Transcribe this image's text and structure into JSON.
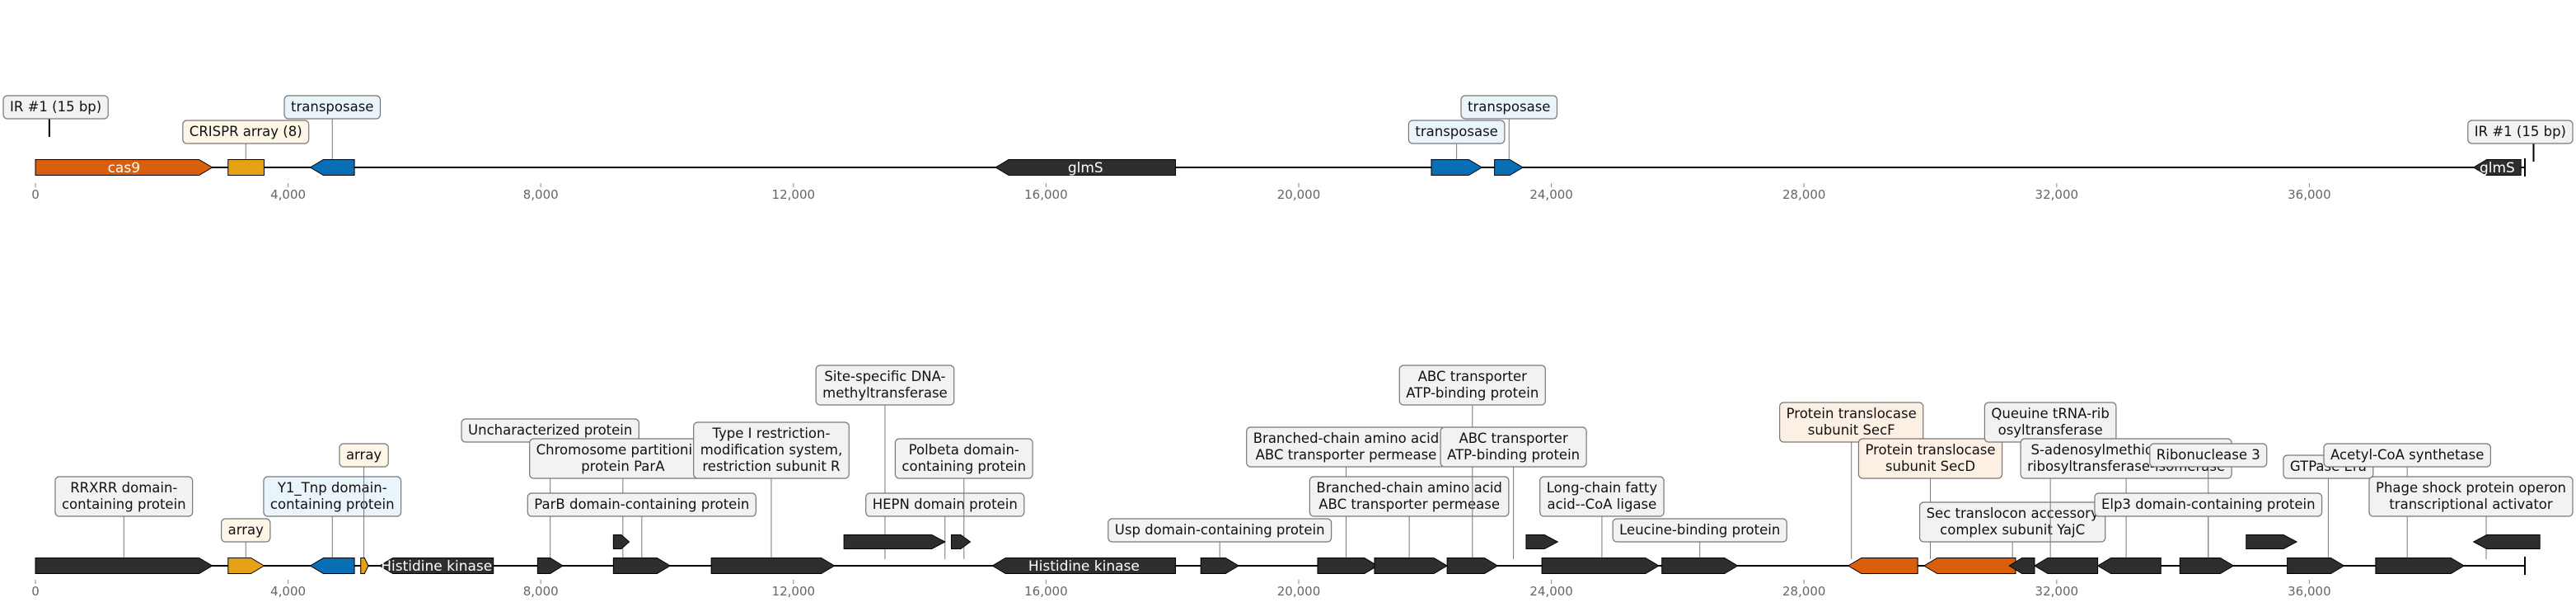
{
  "colors": {
    "cas": "#d95f0e",
    "crispr": "#e6a117",
    "transposase": "#0a6eb5",
    "other": "#2e2e2e",
    "secf": "#d95f0e",
    "box_default": "#f2f2f2",
    "box_crispr": "#fdf6e7",
    "box_tnp": "#e9f4fb",
    "box_sec": "#fcefe4"
  },
  "tracks": [
    {
      "id": "overview",
      "ticks": [
        "0",
        "4,000",
        "8,000",
        "12,000",
        "16,000",
        "20,000",
        "24,000",
        "28,000",
        "32,000",
        "36,000"
      ],
      "features": [
        {
          "start": 0,
          "end": 2800,
          "strand": 1,
          "color": "cas",
          "label": "cas9"
        },
        {
          "start": 3050,
          "end": 3620,
          "strand": 0,
          "color": "crispr",
          "label": ""
        },
        {
          "start": 4350,
          "end": 5050,
          "strand": -1,
          "color": "transposase",
          "label": ""
        },
        {
          "start": 15200,
          "end": 18050,
          "strand": -1,
          "color": "other",
          "label": "glmS"
        },
        {
          "start": 22100,
          "end": 22900,
          "strand": 1,
          "color": "transposase",
          "label": ""
        },
        {
          "start": 23100,
          "end": 23550,
          "strand": 1,
          "color": "transposase",
          "label": ""
        },
        {
          "start": 38600,
          "end": 39350,
          "strand": -1,
          "color": "other",
          "label": "glmS"
        }
      ],
      "callouts": [
        {
          "pos": 220,
          "level": 2,
          "lines": [
            "IR #1 (15 bp)"
          ],
          "style": "box_default",
          "stem": "short"
        },
        {
          "pos": 3330,
          "level": 1,
          "lines": [
            "CRISPR array (8)"
          ],
          "style": "box_crispr"
        },
        {
          "pos": 4700,
          "level": 2,
          "lines": [
            "transposase"
          ],
          "style": "box_tnp"
        },
        {
          "pos": 22500,
          "level": 1,
          "lines": [
            "transposase"
          ],
          "style": "box_tnp"
        },
        {
          "pos": 23330,
          "level": 2,
          "lines": [
            "transposase"
          ],
          "style": "box_tnp"
        },
        {
          "pos": 39550,
          "level": 1,
          "lines": [
            "IR #1 (15 bp)"
          ],
          "style": "box_default",
          "stem": "short"
        }
      ]
    },
    {
      "id": "detail",
      "ticks": [
        "0",
        "4,000",
        "8,000",
        "12,000",
        "16,000",
        "20,000",
        "24,000",
        "28,000",
        "32,000",
        "36,000"
      ],
      "features": [
        {
          "start": 0,
          "end": 2800,
          "strand": 1,
          "color": "other",
          "label": ""
        },
        {
          "start": 3050,
          "end": 3620,
          "strand": 1,
          "color": "crispr",
          "label": ""
        },
        {
          "start": 4350,
          "end": 5050,
          "strand": -1,
          "color": "transposase",
          "label": ""
        },
        {
          "start": 5150,
          "end": 5270,
          "strand": 1,
          "color": "crispr",
          "label": ""
        },
        {
          "start": 5450,
          "end": 7250,
          "strand": -1,
          "color": "other",
          "label": "Histidine kinase"
        },
        {
          "start": 7950,
          "end": 8350,
          "strand": 1,
          "color": "other",
          "label": ""
        },
        {
          "start": 9150,
          "end": 10050,
          "strand": 1,
          "color": "other",
          "label": ""
        },
        {
          "start": 10700,
          "end": 12650,
          "strand": 1,
          "color": "other",
          "label": ""
        },
        {
          "start": 15150,
          "end": 18050,
          "strand": -1,
          "color": "other",
          "label": "Histidine kinase"
        },
        {
          "start": 18450,
          "end": 19050,
          "strand": 1,
          "color": "other",
          "label": ""
        },
        {
          "start": 20300,
          "end": 21250,
          "strand": 1,
          "color": "other",
          "label": ""
        },
        {
          "start": 21200,
          "end": 22350,
          "strand": 1,
          "color": "other",
          "label": ""
        },
        {
          "start": 22350,
          "end": 23150,
          "strand": 1,
          "color": "other",
          "label": ""
        },
        {
          "start": 23850,
          "end": 25700,
          "strand": 1,
          "color": "other",
          "label": ""
        },
        {
          "start": 25750,
          "end": 26950,
          "strand": 1,
          "color": "other",
          "label": ""
        },
        {
          "start": 28700,
          "end": 29800,
          "strand": -1,
          "color": "secf",
          "label": ""
        },
        {
          "start": 29900,
          "end": 31350,
          "strand": -1,
          "color": "secf",
          "label": ""
        },
        {
          "start": 31250,
          "end": 31650,
          "strand": -1,
          "color": "other",
          "label": ""
        },
        {
          "start": 31650,
          "end": 32650,
          "strand": -1,
          "color": "other",
          "label": ""
        },
        {
          "start": 32650,
          "end": 33650,
          "strand": -1,
          "color": "other",
          "label": ""
        },
        {
          "start": 33950,
          "end": 34800,
          "strand": 1,
          "color": "other",
          "label": ""
        },
        {
          "start": 35650,
          "end": 36550,
          "strand": 1,
          "color": "other",
          "label": ""
        },
        {
          "start": 37050,
          "end": 38450,
          "strand": 1,
          "color": "other",
          "label": ""
        }
      ],
      "upper_features": [
        {
          "start": 9150,
          "end": 9400,
          "strand": 1,
          "color": "other"
        },
        {
          "start": 12800,
          "end": 14400,
          "strand": 1,
          "color": "other"
        },
        {
          "start": 14500,
          "end": 14800,
          "strand": 1,
          "color": "other"
        },
        {
          "start": 23600,
          "end": 24100,
          "strand": 1,
          "color": "other"
        },
        {
          "start": 35000,
          "end": 35800,
          "strand": 1,
          "color": "other"
        },
        {
          "start": 38600,
          "end": 39650,
          "strand": -1,
          "color": "other"
        }
      ],
      "callouts": [
        {
          "pos": 1400,
          "level": 1,
          "lines": [
            "RRXRR domain-",
            "containing protein"
          ],
          "style": "box_default"
        },
        {
          "pos": 3330,
          "level": 0,
          "lines": [
            "array"
          ],
          "style": "box_crispr"
        },
        {
          "pos": 4700,
          "level": 1,
          "lines": [
            "Y1_Tnp domain-",
            "containing protein"
          ],
          "style": "box_tnp"
        },
        {
          "pos": 5200,
          "level": 3,
          "lines": [
            "array"
          ],
          "style": "box_crispr"
        },
        {
          "pos": 8150,
          "level": 4,
          "lines": [
            "Uncharacterized protein"
          ],
          "style": "box_default"
        },
        {
          "pos": 9300,
          "level": 2,
          "lines": [
            "Chromosome partitioning",
            "protein ParA"
          ],
          "style": "box_default"
        },
        {
          "pos": 9600,
          "level": 1,
          "lines": [
            "ParB domain-containing protein"
          ],
          "style": "box_default"
        },
        {
          "pos": 11650,
          "level": 2,
          "lines": [
            "Type I restriction-",
            "modification system,",
            "restriction subunit R"
          ],
          "style": "box_default"
        },
        {
          "pos": 13450,
          "level": 5,
          "lines": [
            "Site-specific DNA-",
            "methyltransferase"
          ],
          "style": "box_default"
        },
        {
          "pos": 14400,
          "level": 1,
          "lines": [
            "HEPN domain protein"
          ],
          "style": "box_default"
        },
        {
          "pos": 14700,
          "level": 2,
          "lines": [
            "Polbeta domain-",
            "containing protein"
          ],
          "style": "box_default"
        },
        {
          "pos": 18750,
          "level": 0,
          "lines": [
            "Usp domain-containing protein"
          ],
          "style": "box_default"
        },
        {
          "pos": 20750,
          "level": 3,
          "lines": [
            "Branched-chain amino acid",
            "ABC transporter permease"
          ],
          "style": "box_default"
        },
        {
          "pos": 21750,
          "level": 1,
          "lines": [
            "Branched-chain amino acid",
            "ABC transporter permease"
          ],
          "style": "box_default"
        },
        {
          "pos": 22750,
          "level": 5,
          "lines": [
            "ABC transporter",
            "ATP-binding protein"
          ],
          "style": "box_default"
        },
        {
          "pos": 23400,
          "level": 3,
          "lines": [
            "ABC transporter",
            "ATP-binding protein"
          ],
          "style": "box_default"
        },
        {
          "pos": 24800,
          "level": 1,
          "lines": [
            "Long-chain fatty",
            "acid--CoA ligase"
          ],
          "style": "box_default"
        },
        {
          "pos": 26350,
          "level": 0,
          "lines": [
            "Leucine-binding protein"
          ],
          "style": "box_default"
        },
        {
          "pos": 28750,
          "level": 4,
          "lines": [
            "Protein translocase",
            "subunit SecF"
          ],
          "style": "box_sec"
        },
        {
          "pos": 30000,
          "level": 2,
          "lines": [
            "Protein translocase",
            "subunit SecD"
          ],
          "style": "box_sec"
        },
        {
          "pos": 31300,
          "level": 0,
          "lines": [
            "Sec translocon accessory",
            "complex subunit YajC"
          ],
          "style": "box_default"
        },
        {
          "pos": 31900,
          "level": 4,
          "lines": [
            "Queuine tRNA-rib",
            "osyltransferase"
          ],
          "style": "box_default"
        },
        {
          "pos": 33100,
          "level": 2,
          "lines": [
            "S-adenosylmethionine:tRNA",
            "ribosyltransferase-isomerase"
          ],
          "style": "box_default"
        },
        {
          "pos": 34400,
          "level": 3,
          "lines": [
            "Ribonuclease 3"
          ],
          "style": "box_default"
        },
        {
          "pos": 34400,
          "level": 1,
          "lines": [
            "Elp3 domain-containing protein"
          ],
          "style": "box_default"
        },
        {
          "pos": 36300,
          "level": 2,
          "lines": [
            "GTPase Era"
          ],
          "style": "box_default"
        },
        {
          "pos": 37550,
          "level": 3,
          "lines": [
            "Acetyl-CoA synthetase"
          ],
          "style": "box_default"
        },
        {
          "pos": 38800,
          "level": 1,
          "lines": [
            "Phage shock protein operon",
            "transcriptional activator"
          ],
          "style": "box_default"
        }
      ]
    }
  ]
}
